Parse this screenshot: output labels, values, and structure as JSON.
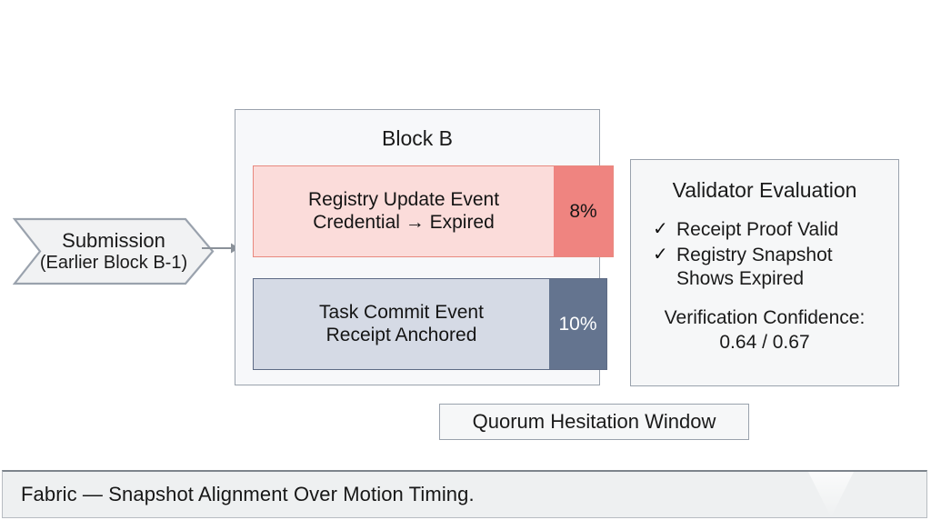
{
  "submission": {
    "line1": "Submission",
    "line2": "(Earlier Block B-1)",
    "shape": "chevron-arrow",
    "fill": "#f1f2f3",
    "stroke": "#9aa2ad"
  },
  "connector": {
    "icon": "arrow-right-icon",
    "color": "#8a9199"
  },
  "block_b": {
    "title": "Block B",
    "border_color": "#9aa2ad",
    "background": "#f7f8fa",
    "bars": [
      {
        "id": "registry-update",
        "line1": "Registry Update Event",
        "line2": "Credential → Expired",
        "percent_label": "8%",
        "percent_value": 8,
        "body_color": "#fbdcda",
        "accent_color": "#ef8480",
        "border_color": "#e8897f",
        "percent_text_color": "#151515"
      },
      {
        "id": "task-commit",
        "line1": "Task Commit Event",
        "line2": "Receipt Anchored",
        "percent_label": "10%",
        "percent_value": 10,
        "body_color": "#d5dae5",
        "accent_color": "#64748f",
        "border_color": "#5e6b85",
        "percent_text_color": "#ffffff"
      }
    ]
  },
  "validator": {
    "title": "Validator Evaluation",
    "check_icon": "✓",
    "checks": [
      {
        "line1": "Receipt Proof Valid",
        "line2": ""
      },
      {
        "line1": "Registry Snapshot",
        "line2": "Shows Expired"
      }
    ],
    "confidence_label": "Verification Confidence:",
    "confidence_value": "0.64 / 0.67",
    "border_color": "#9aa2ad",
    "background": "#f6f7f8"
  },
  "quorum": {
    "label": "Quorum Hesitation Window",
    "border_color": "#9aa2ad",
    "background": "#f6f7f8"
  },
  "caption": {
    "text": "Fabric — Snapshot Alignment Over Motion Timing.",
    "background": "#eef0f1",
    "top_border_color": "#7d848c"
  }
}
